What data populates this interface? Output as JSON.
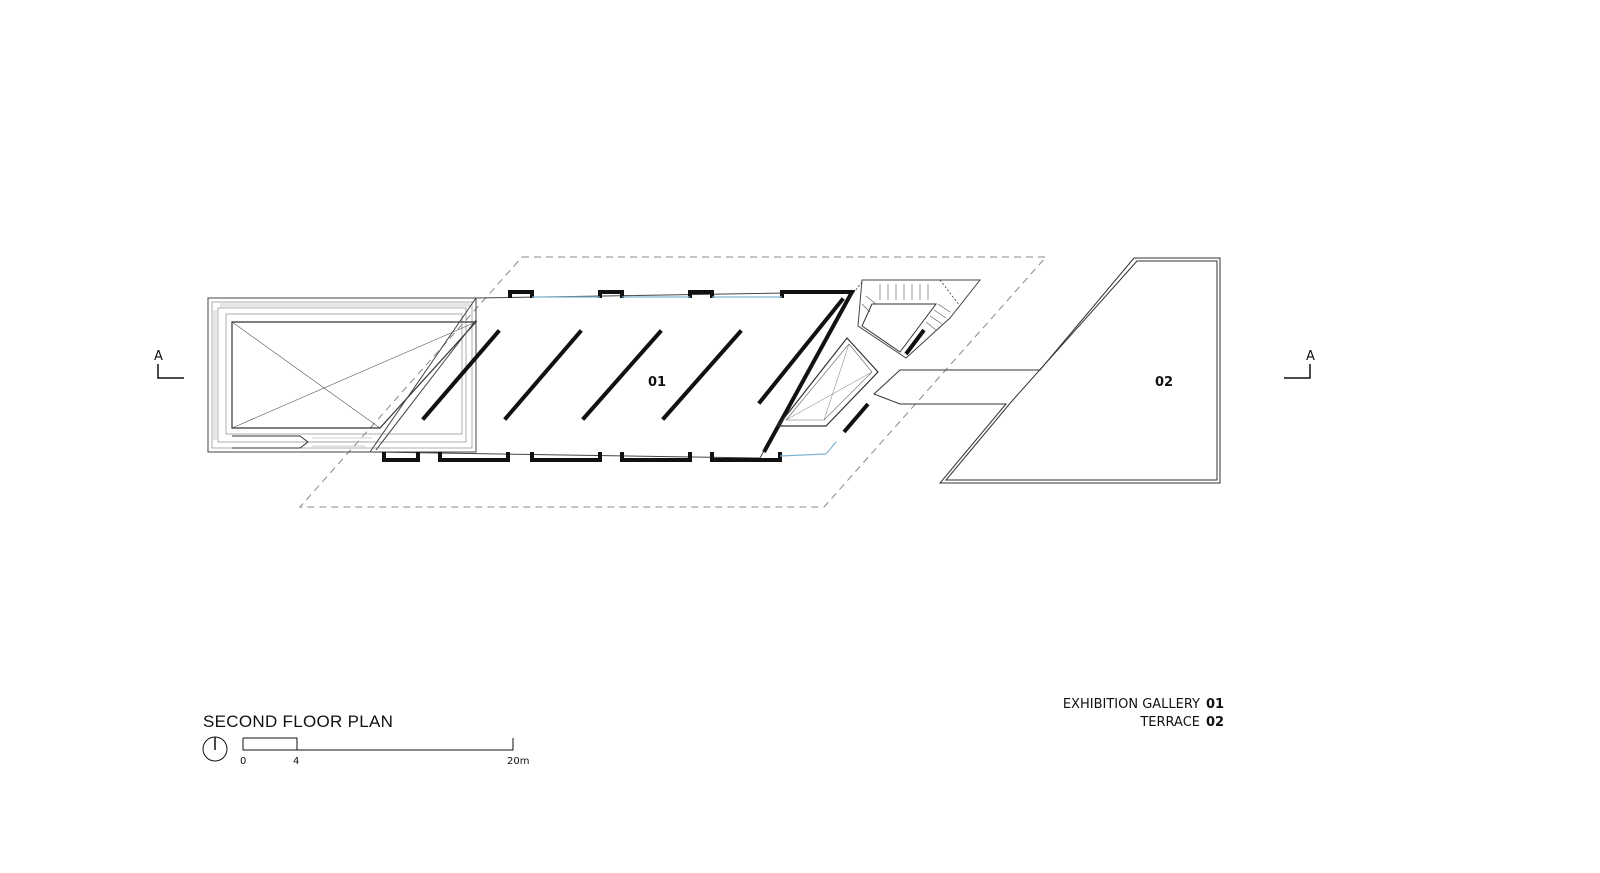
{
  "drawing": {
    "title": "SECOND FLOOR PLAN",
    "section_marker": "A",
    "rooms": [
      {
        "id": "01",
        "name": "EXHIBITION GALLERY"
      },
      {
        "id": "02",
        "name": "TERRACE"
      }
    ],
    "scale": {
      "ticks": [
        "0",
        "4",
        "20m"
      ]
    },
    "colors": {
      "line": "#111111",
      "thin_line": "#444444",
      "dashed": "#888888",
      "glazing": "#7fb3d5"
    }
  }
}
